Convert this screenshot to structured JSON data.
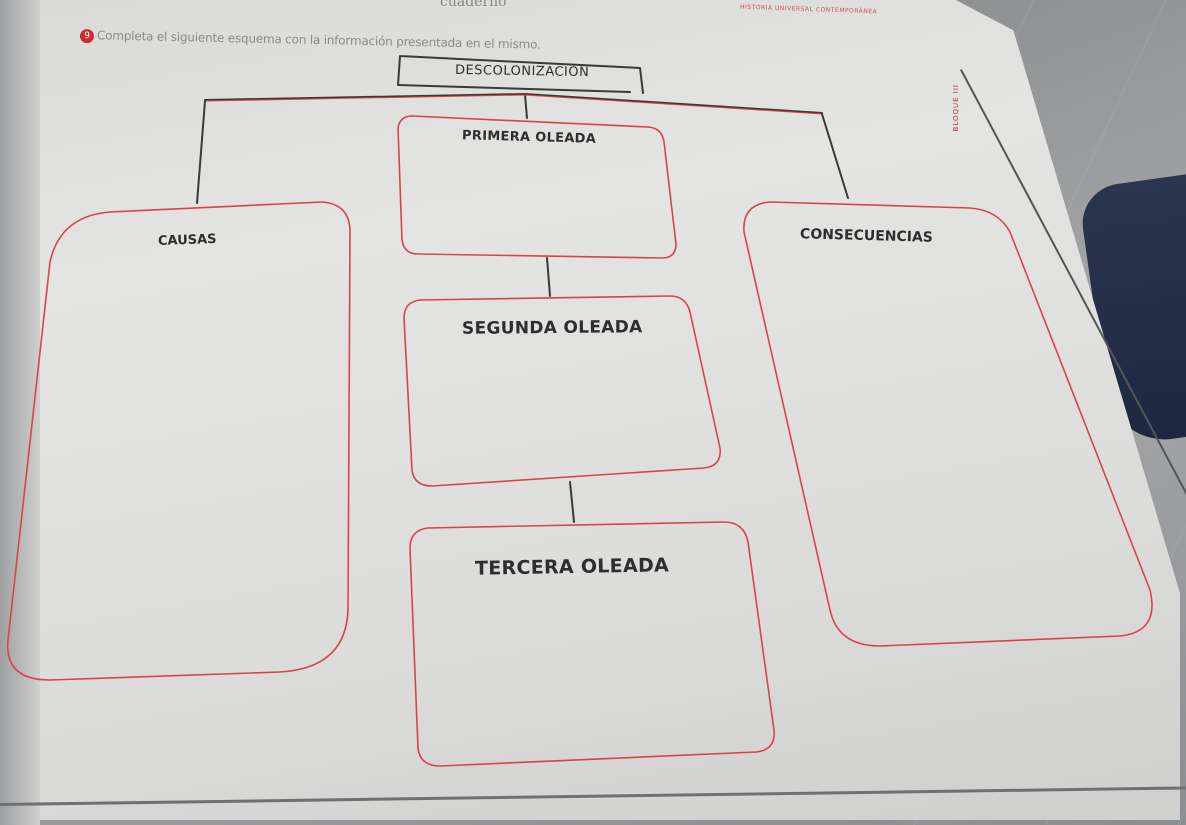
{
  "header": {
    "scribble": "cuaderno",
    "right_header": "HISTORIA UNIVERSAL CONTEMPORÁNEA",
    "side_tab": "BLOQUE III"
  },
  "instruction": {
    "number": "9",
    "text": "Completa el siguiente esquema con la información presentada en el mismo."
  },
  "diagram": {
    "root": "DESCOLONIZACIÓN",
    "first_wave": "PRIMERA OLEADA",
    "second_wave": "SEGUNDA OLEADA",
    "third_wave": "TERCERA OLEADA",
    "causes": "CAUSAS",
    "consequences": "CONSECUENCIAS"
  },
  "colors": {
    "box_stroke": "#d9434f",
    "connector": "#3a3a3a",
    "paper": "#e0e0de"
  }
}
